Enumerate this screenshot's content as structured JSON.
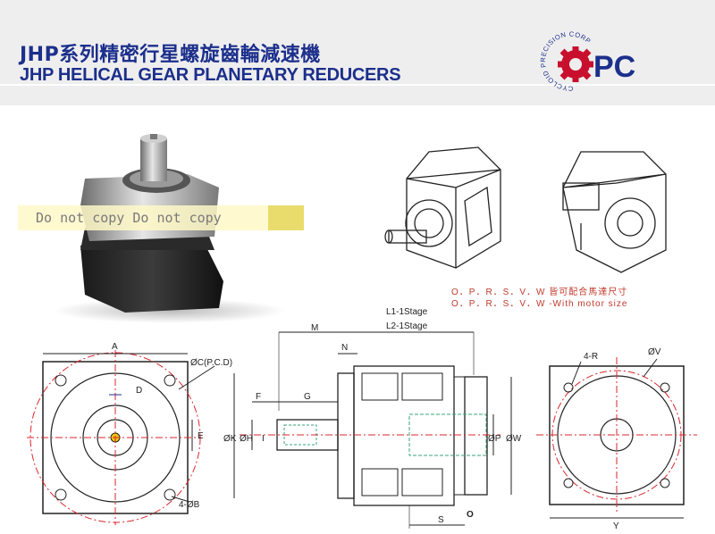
{
  "header": {
    "title_cn": "JHP系列精密行星螺旋齒輪減速機",
    "title_en": "JHP HELICAL GEAR PLANETARY REDUCERS"
  },
  "logo": {
    "brand": "PC",
    "ring_text": "CYCLOID PRECISION CORP"
  },
  "photo": {
    "watermark": "Do not copy  Do not copy"
  },
  "views": {
    "note_cn": "O．P．R．S．V．W 皆可配合馬達尺寸",
    "note_en": "O．P．R．S．V．W -With motor size"
  },
  "dimensions": {
    "front_left": {
      "A": "A",
      "C": "ØC(P.C.D)",
      "D": "D",
      "E": "E",
      "B": "4-ØB"
    },
    "side": {
      "L1": "L1-1Stage",
      "L2": "L2-1Stage",
      "M": "M",
      "N": "N",
      "F": "F",
      "G": "G",
      "K": "ØK",
      "H": "ØH",
      "I": "I",
      "P": "ØP",
      "W": "ØW",
      "S": "S",
      "O": "O"
    },
    "front_right": {
      "R": "4-R",
      "V": "ØV",
      "Y": "Y"
    }
  },
  "colors": {
    "brand_blue": "#1c2f8c",
    "brand_red": "#c8102e",
    "note_red": "#c0392b",
    "centerline_red": "#d9262c",
    "hidden_green": "#3aa679"
  }
}
